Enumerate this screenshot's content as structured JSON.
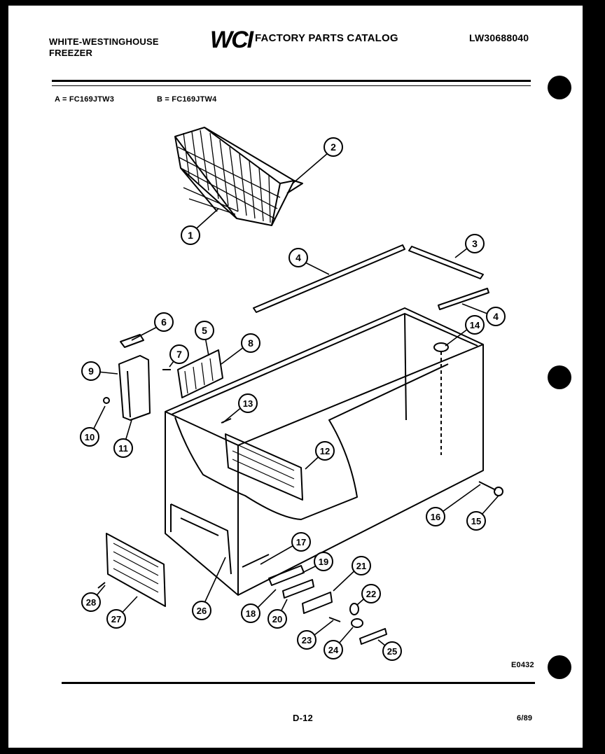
{
  "header": {
    "brand_line1": "WHITE-WESTINGHOUSE",
    "brand_line2": "FREEZER",
    "logo_text": "WCI",
    "catalog_title": "FACTORY PARTS CATALOG",
    "catalog_number": "LW30688040"
  },
  "models": {
    "a": "A = FC169JTW3",
    "b": "B = FC169JTW4"
  },
  "callouts": [
    "1",
    "2",
    "3",
    "4",
    "4",
    "5",
    "6",
    "7",
    "8",
    "9",
    "10",
    "11",
    "12",
    "13",
    "14",
    "15",
    "16",
    "17",
    "18",
    "19",
    "20",
    "21",
    "22",
    "23",
    "24",
    "25",
    "26",
    "27",
    "28"
  ],
  "footer": {
    "figure_code": "E0432",
    "page": "D-12",
    "date": "6/89"
  }
}
